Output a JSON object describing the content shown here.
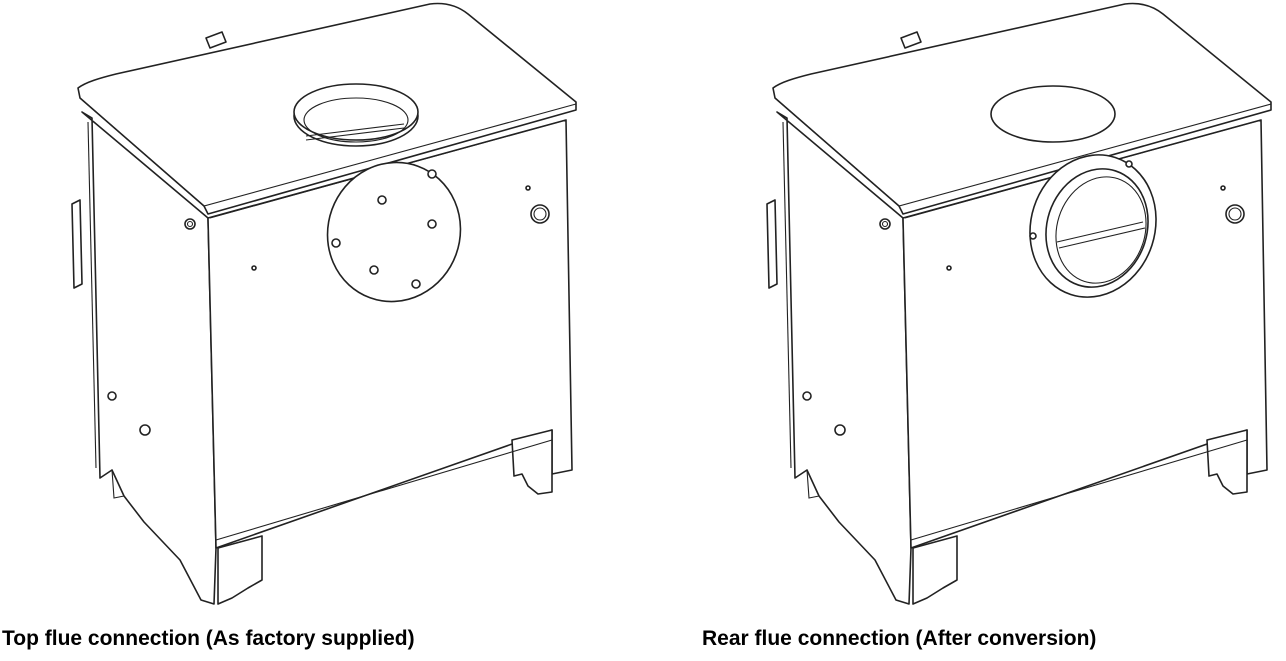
{
  "captions": {
    "left": "Top flue connection (As factory supplied)",
    "right": "Rear flue connection (After conversion)"
  },
  "illustrations": {
    "left": "stove-top-flue-illustration",
    "right": "stove-rear-flue-illustration"
  }
}
